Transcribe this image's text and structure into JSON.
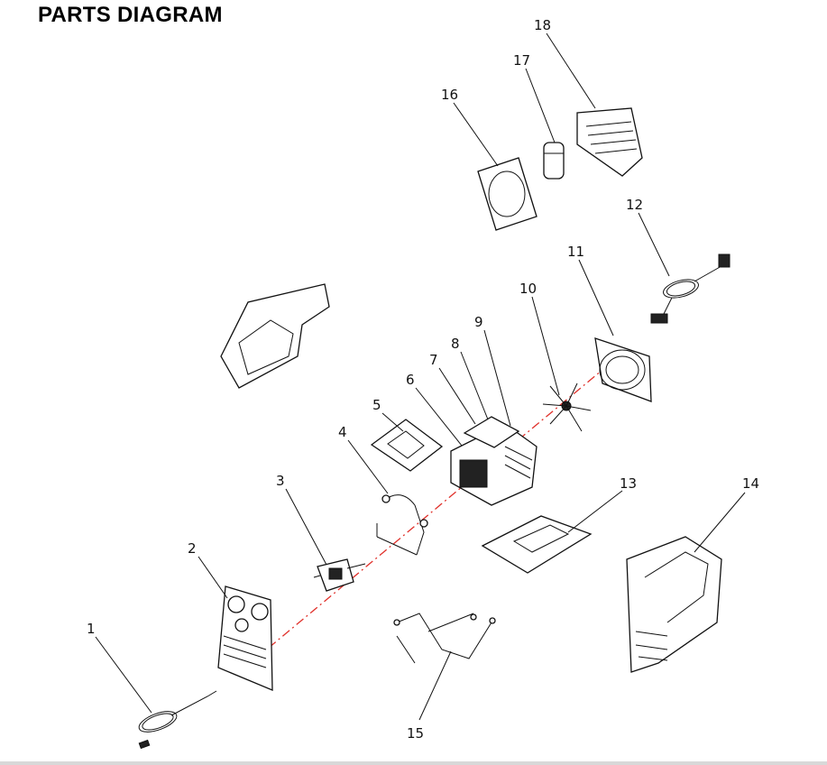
{
  "title": "PARTS DIAGRAM",
  "callouts": [
    "1",
    "2",
    "3",
    "4",
    "5",
    "6",
    "7",
    "8",
    "9",
    "10",
    "11",
    "12",
    "13",
    "14",
    "15",
    "16",
    "17",
    "18"
  ],
  "colors": {
    "axis_line": "#e0302a",
    "ink": "#111111"
  }
}
